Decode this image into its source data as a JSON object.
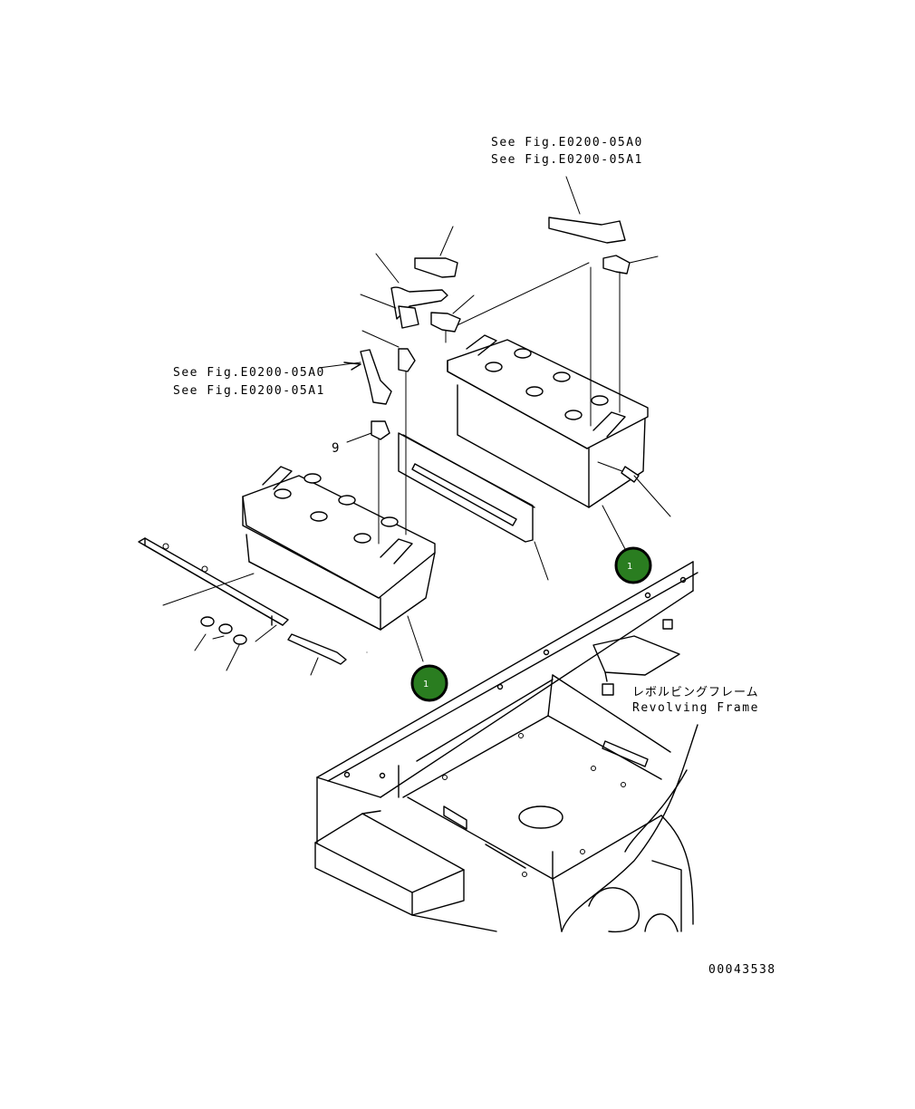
{
  "references": {
    "upper_right": {
      "line1": "See Fig.E0200-05A0",
      "line2": "See Fig.E0200-05A1"
    },
    "left": {
      "line1": "See Fig.E0200-05A0",
      "line2": "See Fig.E0200-05A1"
    }
  },
  "part_numbers": {
    "p9": "9"
  },
  "callouts": [
    {
      "label": "1"
    },
    {
      "label": "1"
    }
  ],
  "frame_label": {
    "japanese": "レボルビングフレーム",
    "english": "Revolving Frame"
  },
  "drawing_number": "00043538",
  "colors": {
    "callout_fill": "#2a7d20",
    "ink": "#000000"
  }
}
